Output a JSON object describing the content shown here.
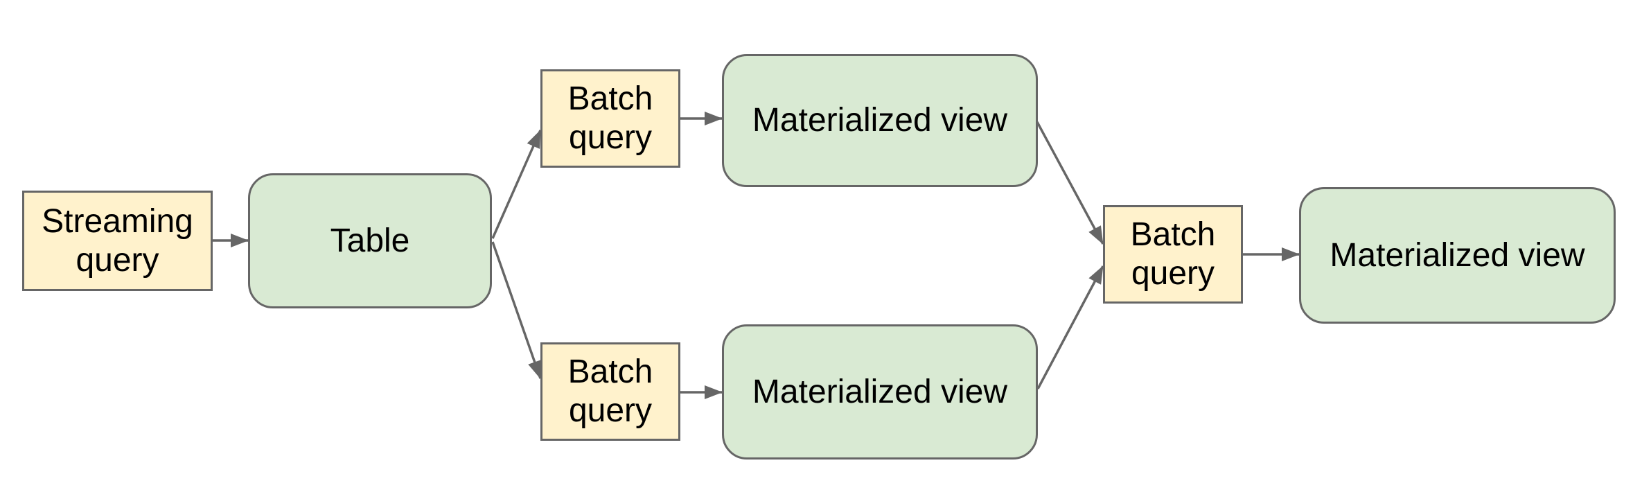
{
  "diagram": {
    "nodes": [
      {
        "id": "streaming-query",
        "label": "Streaming query",
        "shape": "rectangle",
        "kind": "query"
      },
      {
        "id": "table",
        "label": "Table",
        "shape": "rounded-rectangle",
        "kind": "table"
      },
      {
        "id": "batch-query-top",
        "label": "Batch query",
        "shape": "rectangle",
        "kind": "query"
      },
      {
        "id": "materialized-view-top",
        "label": "Materialized view",
        "shape": "rounded-rectangle",
        "kind": "view"
      },
      {
        "id": "batch-query-bottom",
        "label": "Batch query",
        "shape": "rectangle",
        "kind": "query"
      },
      {
        "id": "materialized-view-bottom",
        "label": "Materialized view",
        "shape": "rounded-rectangle",
        "kind": "view"
      },
      {
        "id": "batch-query-right",
        "label": "Batch query",
        "shape": "rectangle",
        "kind": "query"
      },
      {
        "id": "materialized-view-final",
        "label": "Materialized view",
        "shape": "rounded-rectangle",
        "kind": "view"
      }
    ],
    "edges": [
      {
        "from": "streaming-query",
        "to": "table",
        "style": "arrow"
      },
      {
        "from": "table",
        "to": "batch-query-top",
        "style": "arrow"
      },
      {
        "from": "table",
        "to": "batch-query-bottom",
        "style": "arrow"
      },
      {
        "from": "batch-query-top",
        "to": "materialized-view-top",
        "style": "arrow"
      },
      {
        "from": "batch-query-bottom",
        "to": "materialized-view-bottom",
        "style": "arrow"
      },
      {
        "from": "materialized-view-top",
        "to": "batch-query-right",
        "style": "arrow"
      },
      {
        "from": "materialized-view-bottom",
        "to": "batch-query-right",
        "style": "arrow"
      },
      {
        "from": "batch-query-right",
        "to": "materialized-view-final",
        "style": "arrow"
      }
    ],
    "colors": {
      "query_fill": "#fff2cc",
      "view_fill": "#d9ead3",
      "border": "#666666",
      "arrow": "#666666",
      "text": "#000000",
      "background": "#ffffff"
    }
  }
}
